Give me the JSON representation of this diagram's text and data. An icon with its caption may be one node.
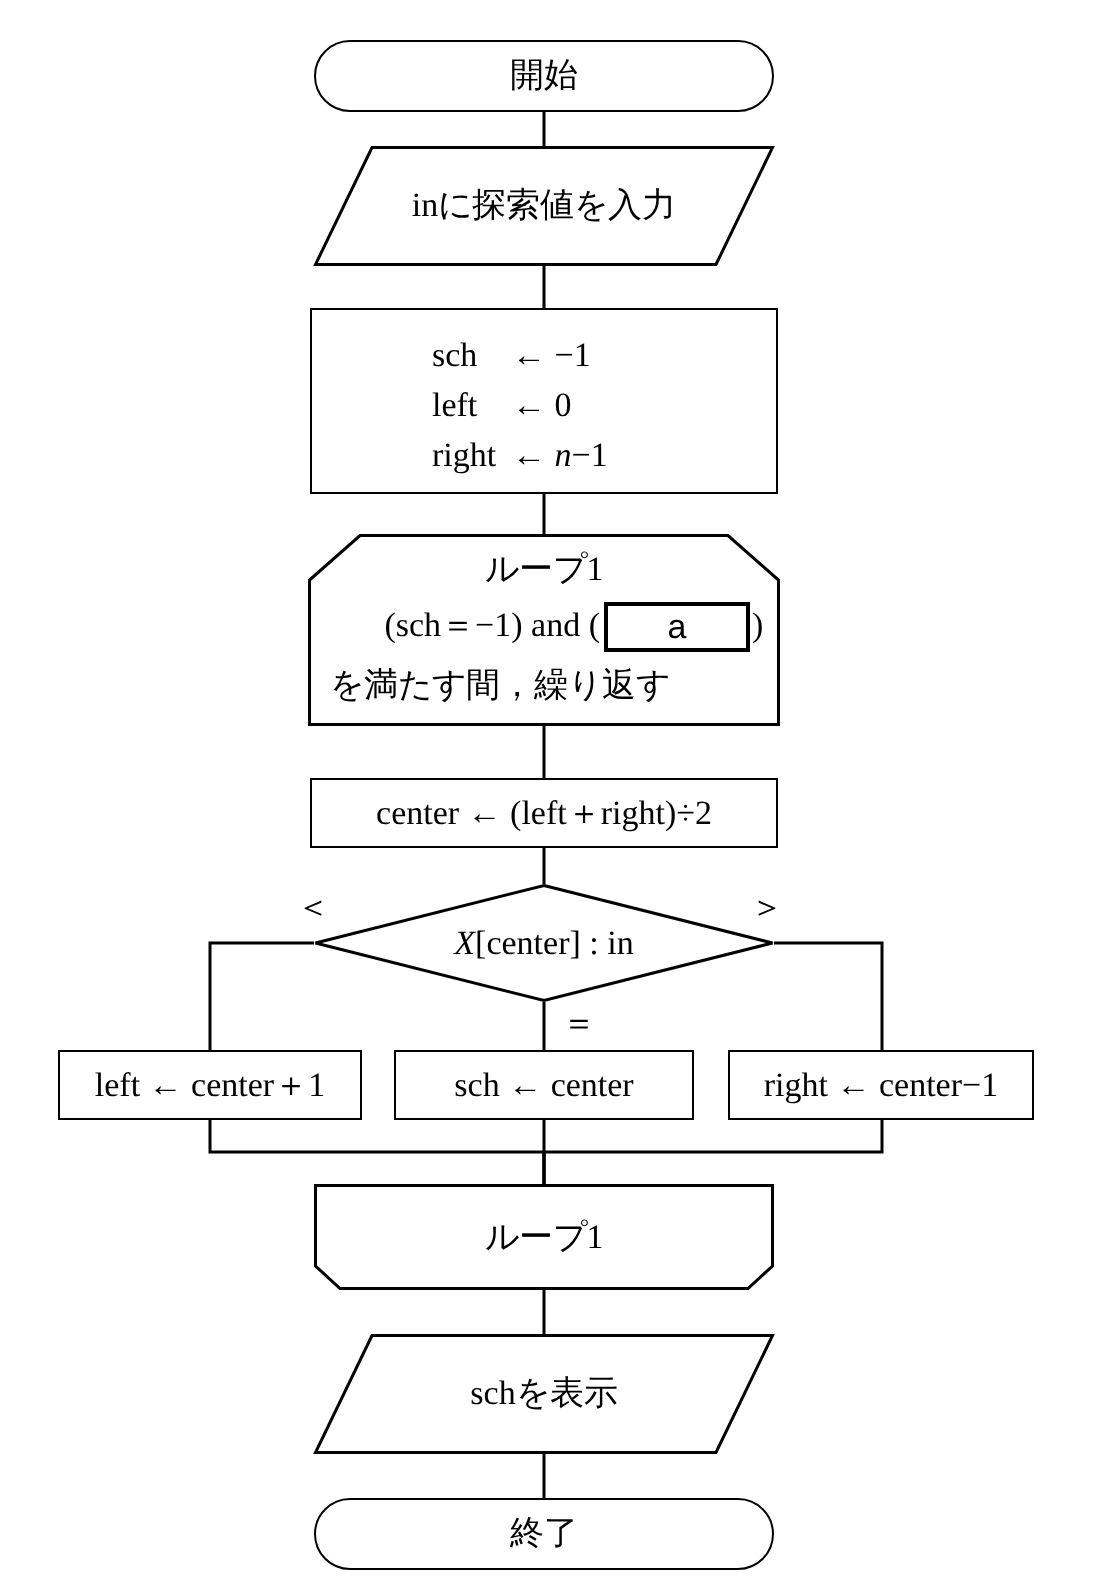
{
  "diagram": {
    "nodes": [
      {
        "text": [
          "開始"
        ]
      },
      {
        "text": [
          "inに探索値を入力"
        ]
      },
      {
        "text": [
          "sch ← −1",
          "left ← 0",
          "right ← *n*−1"
        ]
      },
      {
        "text": [
          "ループ1",
          "(sch＝−1) and (",
          ")",
          "を満たす間，繰り返す"
        ]
      },
      {
        "text": [
          "a"
        ],
        "in": 3
      },
      {
        "text": [
          "center ← (left＋right)÷2"
        ]
      },
      {
        "text": [
          "*X*[center] : in"
        ]
      },
      {
        "text": [
          "left ← center＋1"
        ]
      },
      {
        "text": [
          "sch ← center"
        ]
      },
      {
        "text": [
          "right ← center−1"
        ]
      },
      {
        "text": [
          "ループ1"
        ]
      },
      {
        "text": [
          "schを表示"
        ]
      },
      {
        "text": [
          "終了"
        ]
      }
    ],
    "edges": [
      {
        "from": 0,
        "to": 1,
        "arrow": "none"
      },
      {
        "from": 1,
        "to": 2,
        "arrow": "none"
      },
      {
        "from": 2,
        "to": 3,
        "arrow": "none"
      },
      {
        "from": 3,
        "to": 5,
        "arrow": "none"
      },
      {
        "from": 5,
        "to": 6,
        "arrow": "none"
      },
      {
        "from": 6,
        "to": 7,
        "arrow": "none",
        "label": "＜"
      },
      {
        "from": 6,
        "to": 8,
        "arrow": "none",
        "label": "＝"
      },
      {
        "from": 6,
        "to": 9,
        "arrow": "none",
        "label": "＞"
      },
      {
        "from": 7,
        "to": 10,
        "arrow": "none"
      },
      {
        "from": 8,
        "to": 10,
        "arrow": "none"
      },
      {
        "from": 9,
        "to": 10,
        "arrow": "none"
      },
      {
        "from": 10,
        "to": 11,
        "arrow": "none"
      },
      {
        "from": 11,
        "to": 12,
        "arrow": "none"
      }
    ]
  }
}
